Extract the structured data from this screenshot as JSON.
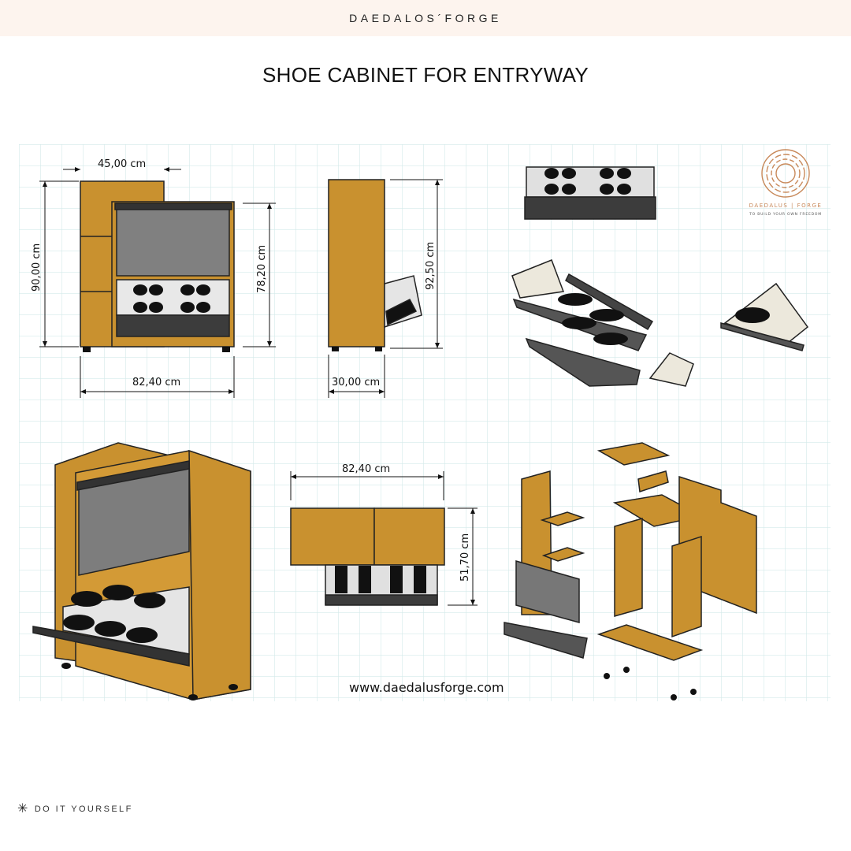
{
  "header": {
    "brand": "DAEDALOS´FORGE"
  },
  "title": "SHOE CABINET FOR ENTRYWAY",
  "drawing": {
    "front_view": {
      "depth_top": "45,00 cm",
      "height_total": "90,00 cm",
      "height_door": "78,20 cm",
      "width": "82,40 cm"
    },
    "side_view": {
      "height": "92,50 cm",
      "depth": "30,00 cm"
    },
    "top_view": {
      "width": "82,40 cm",
      "depth": "51,70 cm"
    },
    "logo": {
      "name": "DAEDALUS | FORGE",
      "tagline": "TO BUILD YOUR OWN FREEDOM"
    },
    "url": "www.daedalusforge.com"
  },
  "footer": {
    "icon": "asterisk-icon",
    "label": "DO IT YOURSELF"
  },
  "colors": {
    "wood": "#c9912f",
    "grid": "#d3eaea",
    "header_bg": "#fdf4ee",
    "logo": "#c8895a",
    "tray": "#555555"
  }
}
